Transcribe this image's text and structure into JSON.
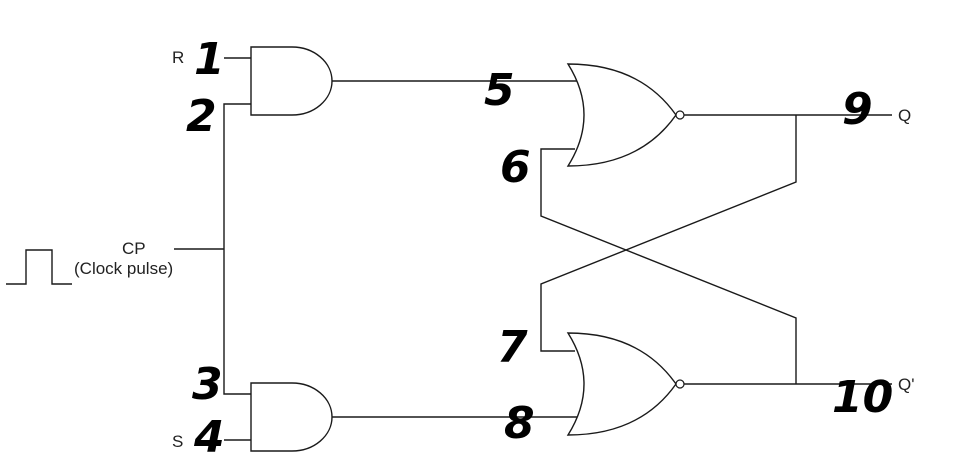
{
  "signals": {
    "r": "R",
    "s": "S",
    "cp": "CP",
    "cp_desc": "(Clock pulse)",
    "q": "Q",
    "q_bar": "Q'"
  },
  "annotations": {
    "n1": "1",
    "n2": "2",
    "n3": "3",
    "n4": "4",
    "n5": "5",
    "n6": "6",
    "n7": "7",
    "n8": "8",
    "n9": "9",
    "n10": "10"
  }
}
